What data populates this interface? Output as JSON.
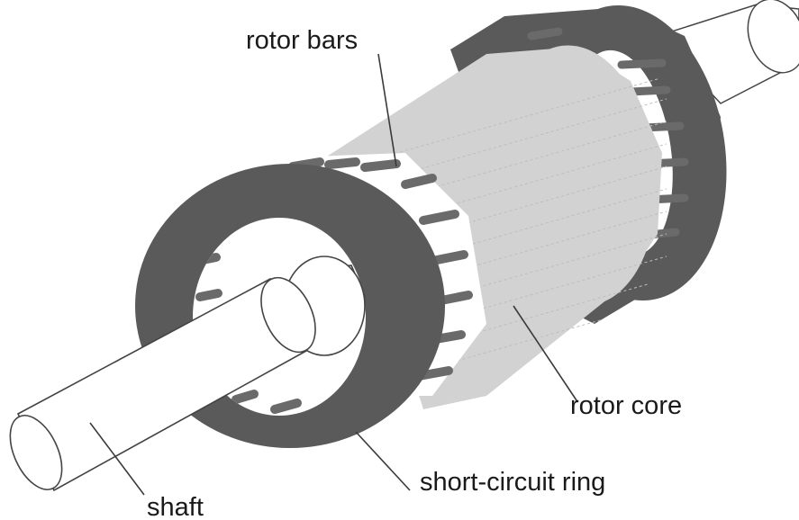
{
  "labels": {
    "rotor_bars": "rotor bars",
    "rotor_core": "rotor core",
    "short_circuit_ring": "short-circuit ring",
    "shaft": "shaft"
  },
  "colors": {
    "ring": "#5a5a5a",
    "ring_edge": "#4a4a4a",
    "core": "#cfcfcf",
    "bars": "#6a6a6a",
    "shaft": "#ffffff",
    "outline": "#444444"
  }
}
